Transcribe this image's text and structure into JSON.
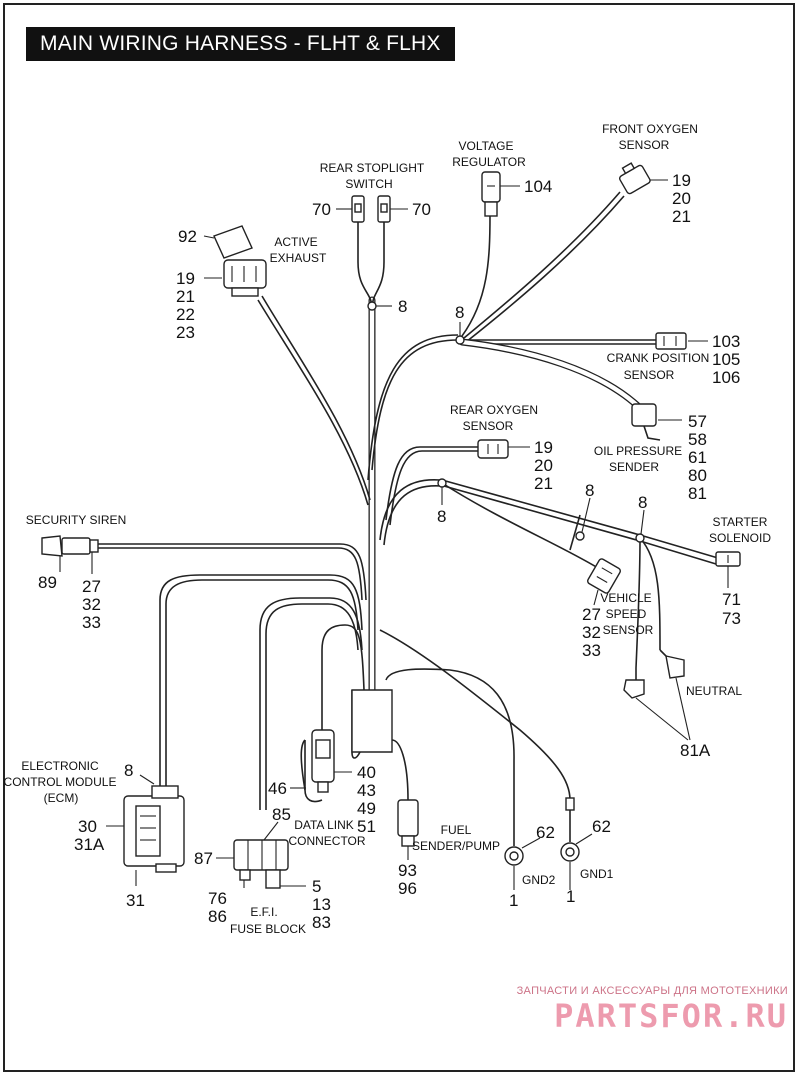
{
  "title": "MAIN WIRING HARNESS - FLHT & FLHX",
  "components": {
    "voltage_regulator": {
      "label": [
        "VOLTAGE",
        "REGULATOR"
      ],
      "refs": [
        "104"
      ]
    },
    "front_oxygen_sensor": {
      "label": [
        "FRONT OXYGEN",
        "SENSOR"
      ],
      "refs": [
        "19",
        "20",
        "21"
      ]
    },
    "rear_stoplight_switch": {
      "label": [
        "REAR STOPLIGHT",
        "SWITCH"
      ],
      "refs_left": [
        "70"
      ],
      "refs_right": [
        "70"
      ]
    },
    "active_exhaust": {
      "label": [
        "ACTIVE",
        "EXHAUST"
      ],
      "refs_top": [
        "92"
      ],
      "refs": [
        "19",
        "21",
        "22",
        "23"
      ]
    },
    "crank_position_sensor": {
      "label": [
        "CRANK POSITION",
        "SENSOR"
      ],
      "refs": [
        "103",
        "105",
        "106"
      ]
    },
    "oil_pressure_sender": {
      "label": [
        "OIL PRESSURE",
        "SENDER"
      ],
      "refs": [
        "57",
        "58",
        "61",
        "80",
        "81"
      ]
    },
    "rear_oxygen_sensor": {
      "label": [
        "REAR OXYGEN",
        "SENSOR"
      ],
      "refs": [
        "19",
        "20",
        "21"
      ]
    },
    "security_siren": {
      "label": [
        "SECURITY SIREN"
      ],
      "refs_left": [
        "89"
      ],
      "refs": [
        "27",
        "32",
        "33"
      ]
    },
    "starter_solenoid": {
      "label": [
        "STARTER",
        "SOLENOID"
      ],
      "refs": [
        "71",
        "73"
      ]
    },
    "vehicle_speed_sensor": {
      "label": [
        "VEHICLE",
        "SPEED",
        "SENSOR"
      ],
      "refs": [
        "27",
        "32",
        "33"
      ]
    },
    "neutral": {
      "label": [
        "NEUTRAL"
      ],
      "refs": [
        "81A"
      ]
    },
    "ecm": {
      "label": [
        "ELECTRONIC",
        "CONTROL MODULE",
        "(ECM)"
      ],
      "refs_top": [
        "8"
      ],
      "refs_left": [
        "30",
        "31A"
      ],
      "refs_bottom": [
        "31"
      ]
    },
    "data_link_connector": {
      "label": [
        "DATA LINK",
        "CONNECTOR"
      ],
      "refs_left": [
        "46"
      ],
      "refs": [
        "40",
        "43",
        "49",
        "51"
      ]
    },
    "efi_fuse_block": {
      "label": [
        "E.F.I.",
        "FUSE BLOCK"
      ],
      "refs_top": [
        "85"
      ],
      "refs_left": [
        "87"
      ],
      "refs_bottom": [
        "76",
        "86"
      ],
      "refs": [
        "5",
        "13",
        "83"
      ]
    },
    "fuel_sender_pump": {
      "label": [
        "FUEL",
        "SENDER/PUMP"
      ],
      "refs": [
        "93",
        "96"
      ]
    },
    "gnd2": {
      "label": [
        "GND2"
      ],
      "refs_top": [
        "62"
      ],
      "refs_bottom": [
        "1"
      ]
    },
    "gnd1": {
      "label": [
        "GND1"
      ],
      "refs_top": [
        "62"
      ],
      "refs_bottom": [
        "1"
      ]
    }
  },
  "clip_refs": {
    "c1": "8",
    "c2": "8",
    "c3": "8",
    "c4": "8",
    "c5": "8"
  },
  "watermark": {
    "top": "ЗАПЧАСТИ И АКСЕССУАРЫ ДЛЯ МОТОТЕХНИКИ",
    "logo": "PARTSFOR.RU"
  }
}
